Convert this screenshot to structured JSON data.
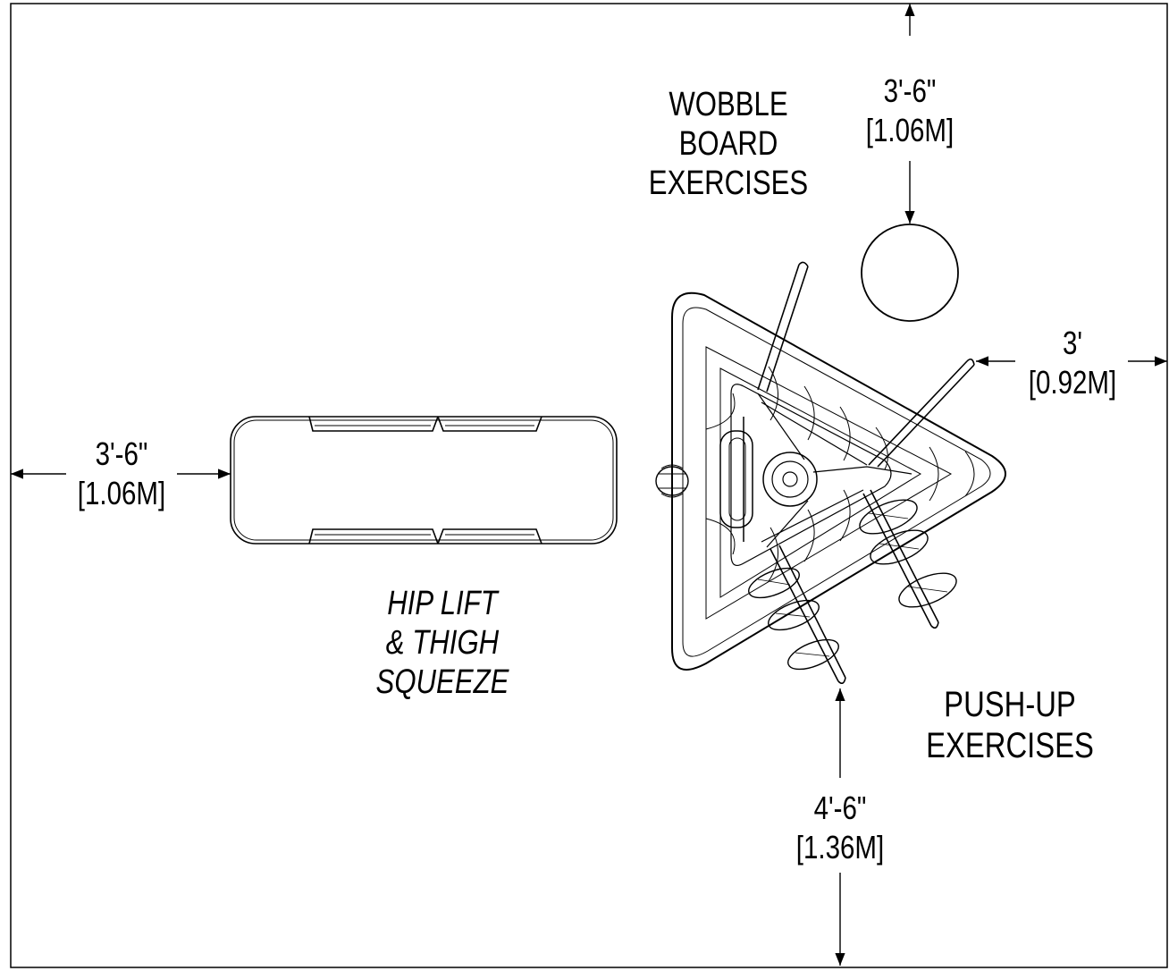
{
  "labels": {
    "wobble_board": [
      "WOBBLE",
      "BOARD",
      "EXERCISES"
    ],
    "hip_lift": [
      "HIP LIFT",
      "& THIGH",
      "SQUEEZE"
    ],
    "push_up": [
      "PUSH-UP",
      "EXERCISES"
    ]
  },
  "dimensions": {
    "top": {
      "imperial": "3'-6\"",
      "metric": "[1.06M]"
    },
    "right": {
      "imperial": "3'",
      "metric": "[0.92M]"
    },
    "left": {
      "imperial": "3'-6\"",
      "metric": "[1.06M]"
    },
    "bottom": {
      "imperial": "4'-6\"",
      "metric": "[1.36M]"
    }
  },
  "colors": {
    "line": "#000000",
    "background": "#ffffff"
  }
}
